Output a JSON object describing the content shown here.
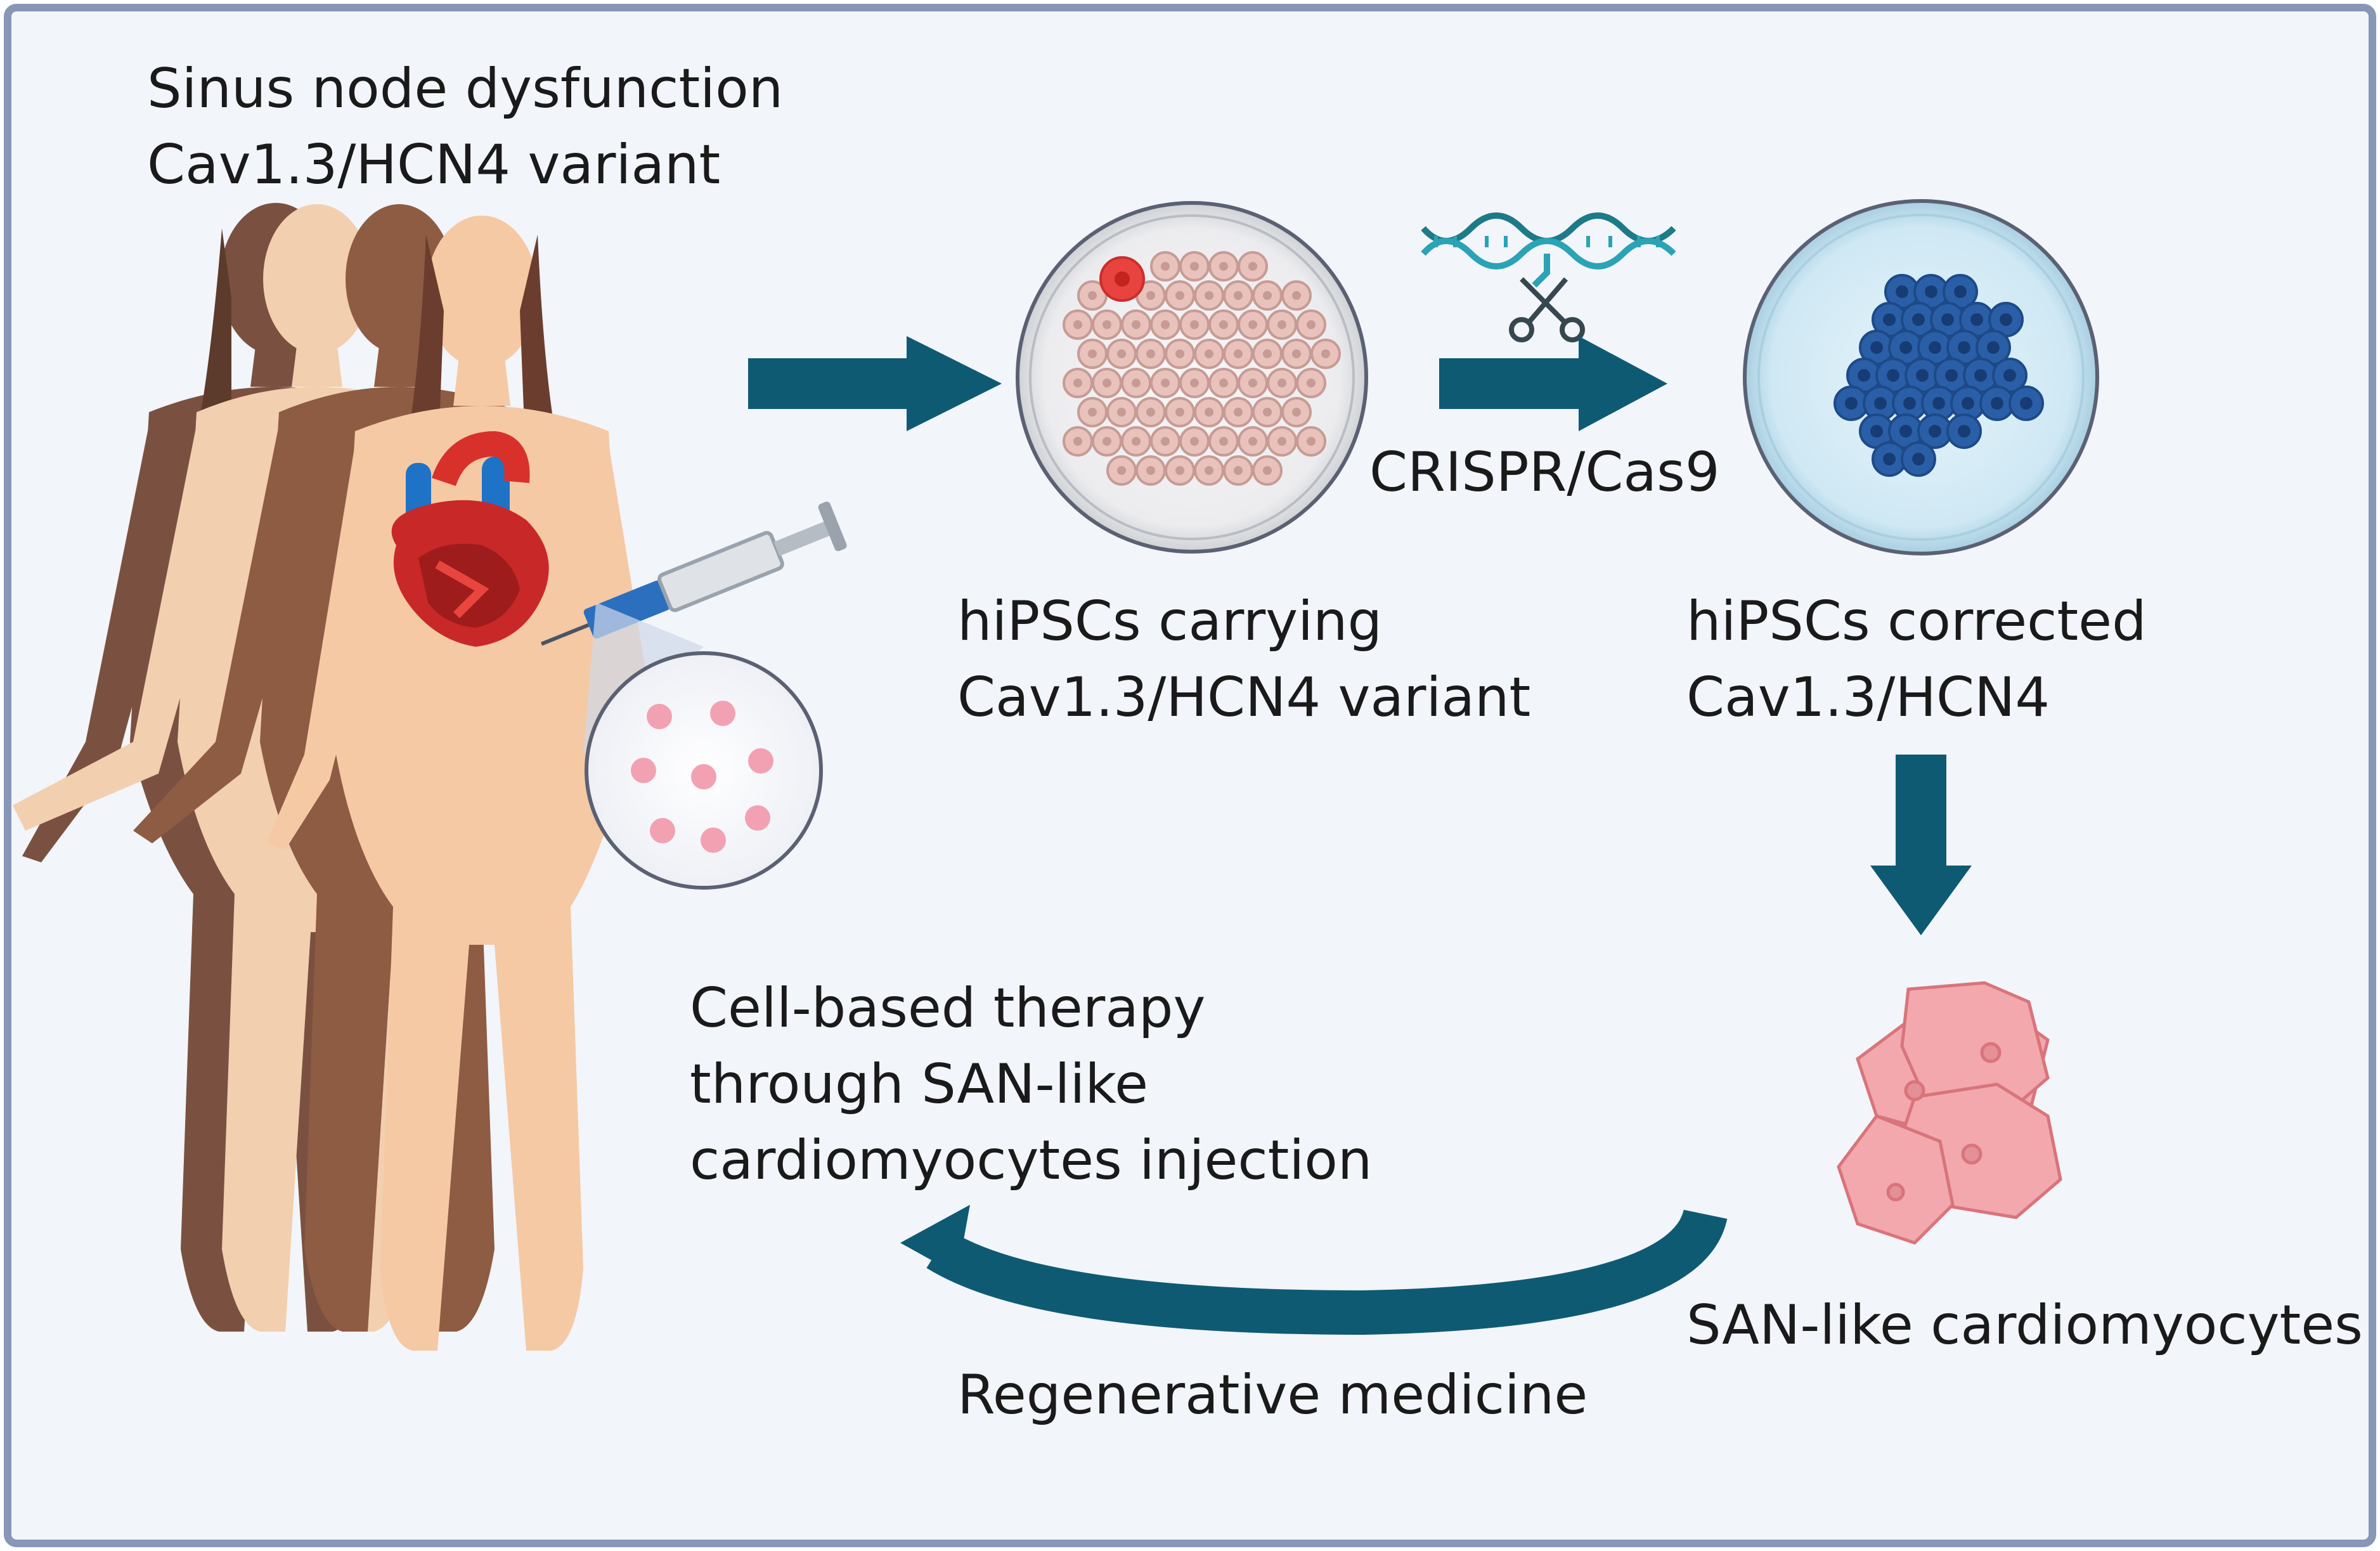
{
  "labels": {
    "patient": [
      "Sinus node dysfunction",
      "Cav1.3/HCN4 variant"
    ],
    "hipsc_variant": [
      "hiPSCs carrying",
      "Cav1.3/HCN4 variant"
    ],
    "crispr": "CRISPR/Cas9",
    "hipsc_corrected": [
      "hiPSCs corrected",
      "Cav1.3/HCN4"
    ],
    "therapy": [
      "Cell-based therapy",
      "through SAN-like",
      "cardiomyocytes injection"
    ],
    "san_cells": "SAN-like cardiomyocytes",
    "regen": "Regenerative medicine"
  },
  "icons": [
    "human-figures-icon",
    "heart-icon",
    "syringe-icon",
    "cell-zoom-icon",
    "petri-dish-variant-icon",
    "dna-scissors-icon",
    "petri-dish-corrected-icon",
    "cardiomyocytes-icon"
  ],
  "colors": {
    "panel_bg": "#f2f5fa",
    "panel_border": "#8896b8",
    "arrow": "#0e5a73",
    "variant_cells": "#e9c2bc",
    "edited_cell": "#e8433f",
    "corrected_cells": "#2a5fa8",
    "cardiomyocytes": "#f2a8ad",
    "dish_blue": "#cfe8f4"
  }
}
